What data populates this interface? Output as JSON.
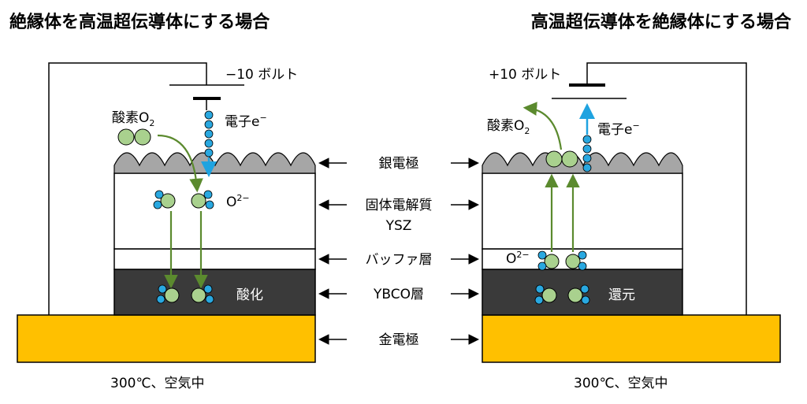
{
  "left": {
    "title": "絶縁体を高温超伝導体にする場合",
    "voltage": "−10 ボルト",
    "oxygen_label": "酸素O",
    "oxygen_sub": "2",
    "electron_label": "電子e",
    "electron_sup": "−",
    "ion_label": "O",
    "ion_sup": "2−",
    "process": "酸化",
    "conditions": "300℃、空気中"
  },
  "right": {
    "title": "高温超伝導体を絶縁体にする場合",
    "voltage": "+10 ボルト",
    "oxygen_label": "酸素O",
    "oxygen_sub": "2",
    "electron_label": "電子e",
    "electron_sup": "−",
    "ion_label": "O",
    "ion_sup": "2−",
    "process": "還元",
    "conditions": "300℃、空気中"
  },
  "layers": {
    "silver_electrode": "銀電極",
    "solid_electrolyte": "固体電解質",
    "ysz": "YSZ",
    "buffer": "バッファ層",
    "ybco": "YBCO層",
    "gold_electrode": "金電極"
  },
  "colors": {
    "gold": "#FFC000",
    "ybco": "#3a3a3a",
    "silver": "#a6a6a6",
    "oxygen_green": "#a9d18e",
    "electron_blue": "#29a8e0",
    "arrow_green": "#5b8a2e",
    "arrow_blue": "#1fa3e0"
  }
}
